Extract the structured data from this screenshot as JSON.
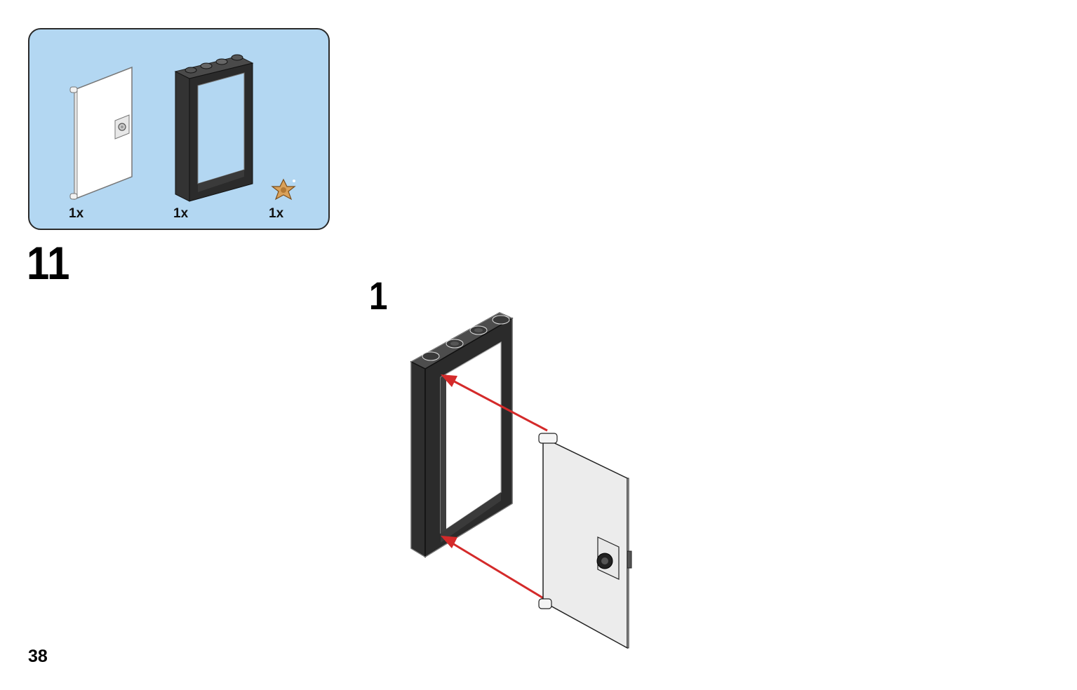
{
  "parts_list": {
    "items": [
      {
        "name": "door",
        "qty": "1x",
        "color": "#ffffff"
      },
      {
        "name": "door-frame",
        "qty": "1x",
        "color": "#2b2b2b"
      },
      {
        "name": "gold-star",
        "qty": "1x",
        "color": "#d9a15a"
      }
    ],
    "background_color": "#b3d7f2"
  },
  "step": {
    "number": "11",
    "sub_step": "1"
  },
  "page_number": "38",
  "colors": {
    "arrow": "#d42a2a",
    "frame": "#2b2b2b",
    "door": "#ececec"
  }
}
